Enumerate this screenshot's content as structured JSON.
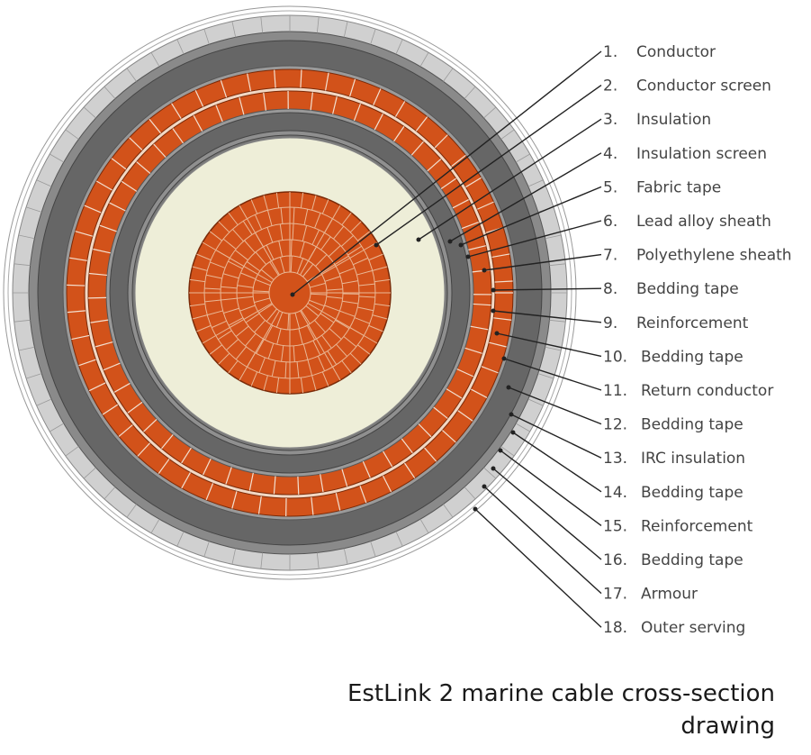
{
  "diagram": {
    "layers": [
      {
        "num": "1.",
        "name": "Conductor"
      },
      {
        "num": "2.",
        "name": "Conductor screen"
      },
      {
        "num": "3.",
        "name": "Insulation"
      },
      {
        "num": "4.",
        "name": "Insulation screen"
      },
      {
        "num": "5.",
        "name": "Fabric tape"
      },
      {
        "num": "6.",
        "name": "Lead alloy sheath"
      },
      {
        "num": "7.",
        "name": "Polyethylene sheath"
      },
      {
        "num": "8.",
        "name": "Bedding tape"
      },
      {
        "num": "9.",
        "name": "Reinforcement"
      },
      {
        "num": "10.",
        "name": "Bedding tape"
      },
      {
        "num": "11.",
        "name": "Return conductor"
      },
      {
        "num": "12.",
        "name": "Bedding tape"
      },
      {
        "num": "13.",
        "name": "IRC insulation"
      },
      {
        "num": "14.",
        "name": "Bedding tape"
      },
      {
        "num": "15.",
        "name": "Reinforcement"
      },
      {
        "num": "16.",
        "name": "Bedding tape"
      },
      {
        "num": "17.",
        "name": "Armour"
      },
      {
        "num": "18.",
        "name": "Outer serving"
      }
    ],
    "colors": {
      "copper": "#d2521a",
      "insulation": "#eeeed8",
      "dark_grey": "#666666",
      "mid_grey": "#8a8a8a",
      "light_grey": "#d0d0d0",
      "line": "#222222"
    }
  },
  "caption": {
    "line1": "EstLink 2 marine cable cross-section",
    "line2": "drawing"
  }
}
